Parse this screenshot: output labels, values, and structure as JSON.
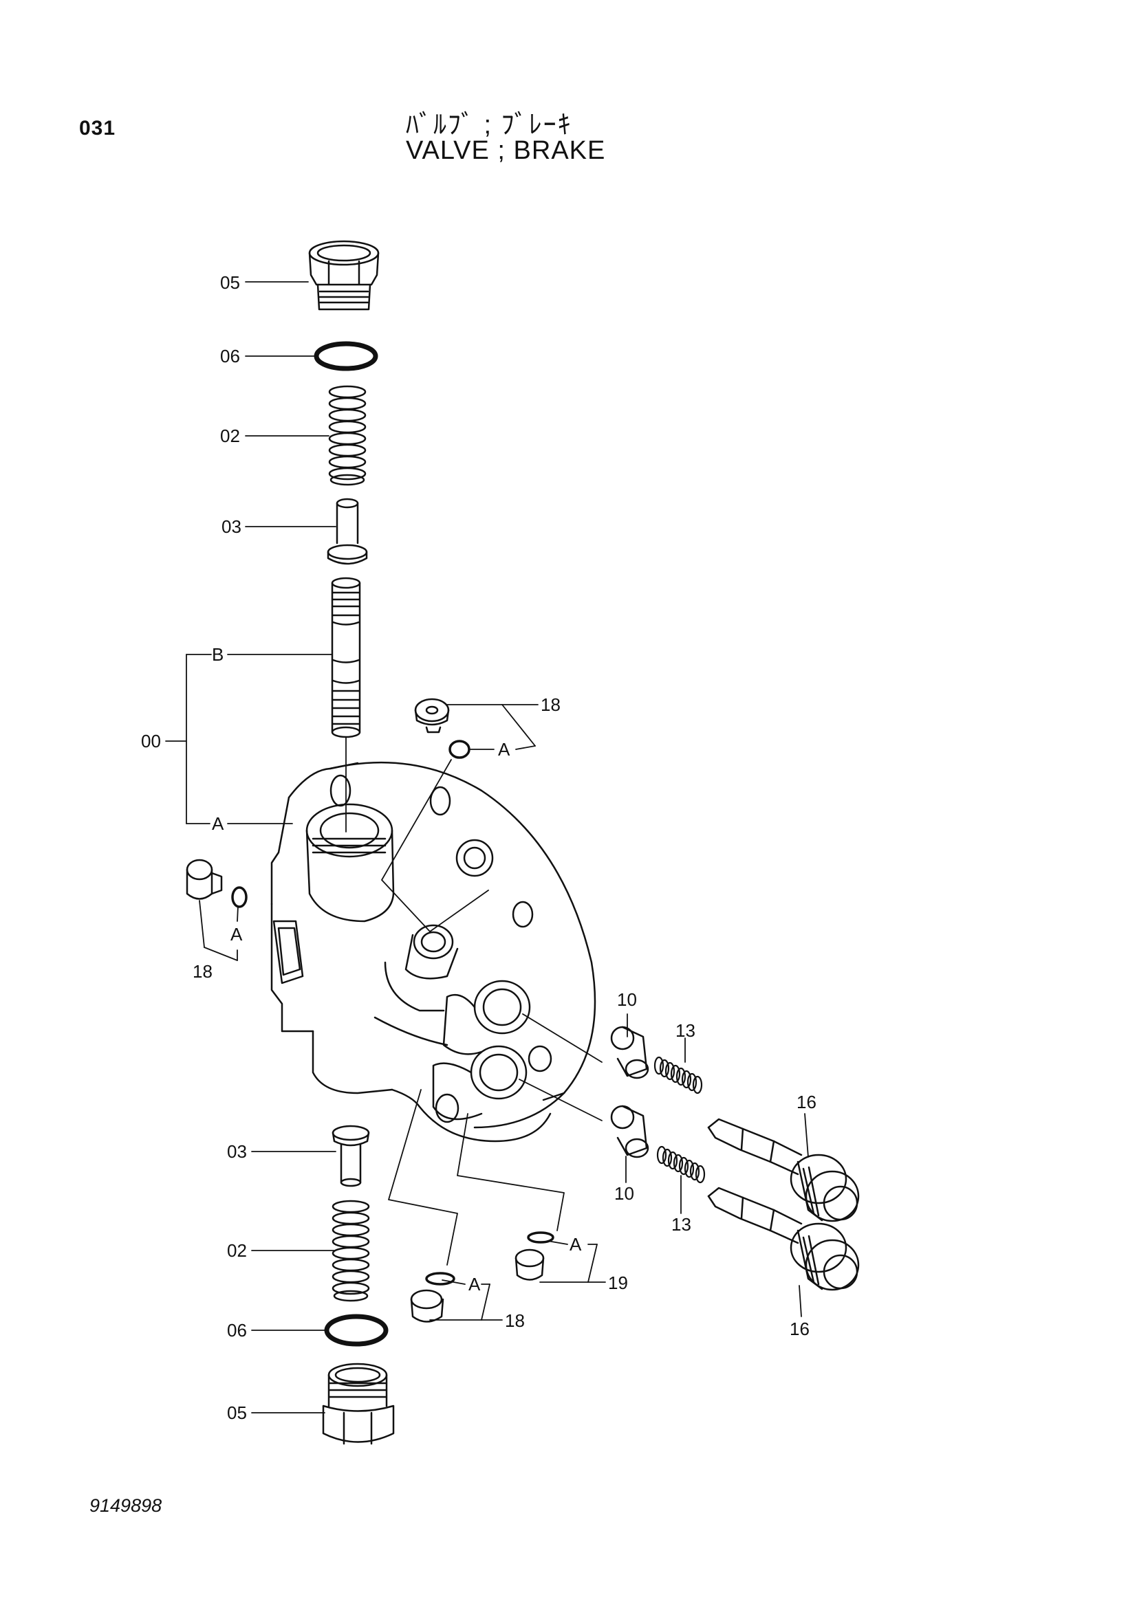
{
  "header": {
    "page_number": "031",
    "title_jp": "ﾊﾞﾙﾌﾞ ; ﾌﾞﾚｰｷ",
    "title_en": "VALVE ; BRAKE"
  },
  "footer": {
    "doc_number": "9149898"
  },
  "callouts": {
    "c05_top": "05",
    "c06_top": "06",
    "c02_top": "02",
    "c03_top": "03",
    "cB": "B",
    "c00": "00",
    "cA_body": "A",
    "c18_top": "18",
    "cA_top": "A",
    "cA_left": "A",
    "c18_left": "18",
    "c10_top": "10",
    "c13_top": "13",
    "c16_top": "16",
    "c10_bot": "10",
    "c13_bot": "13",
    "c16_bot": "16",
    "c03_bot": "03",
    "c02_bot": "02",
    "c06_bot": "06",
    "c05_bot": "05",
    "cA_bot1": "A",
    "cA_bot2": "A",
    "c18_bot": "18",
    "c19": "19"
  }
}
